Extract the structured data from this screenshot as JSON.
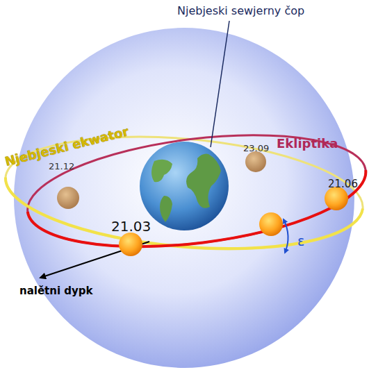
{
  "diagram": {
    "labels": [
      "Njebjeski sewjerny čop",
      "Njebjeski ekwator",
      "Ekliptika",
      "21.12",
      "23.09",
      "21.06",
      "21.03",
      "ε",
      "nalětni dypk"
    ]
  }
}
